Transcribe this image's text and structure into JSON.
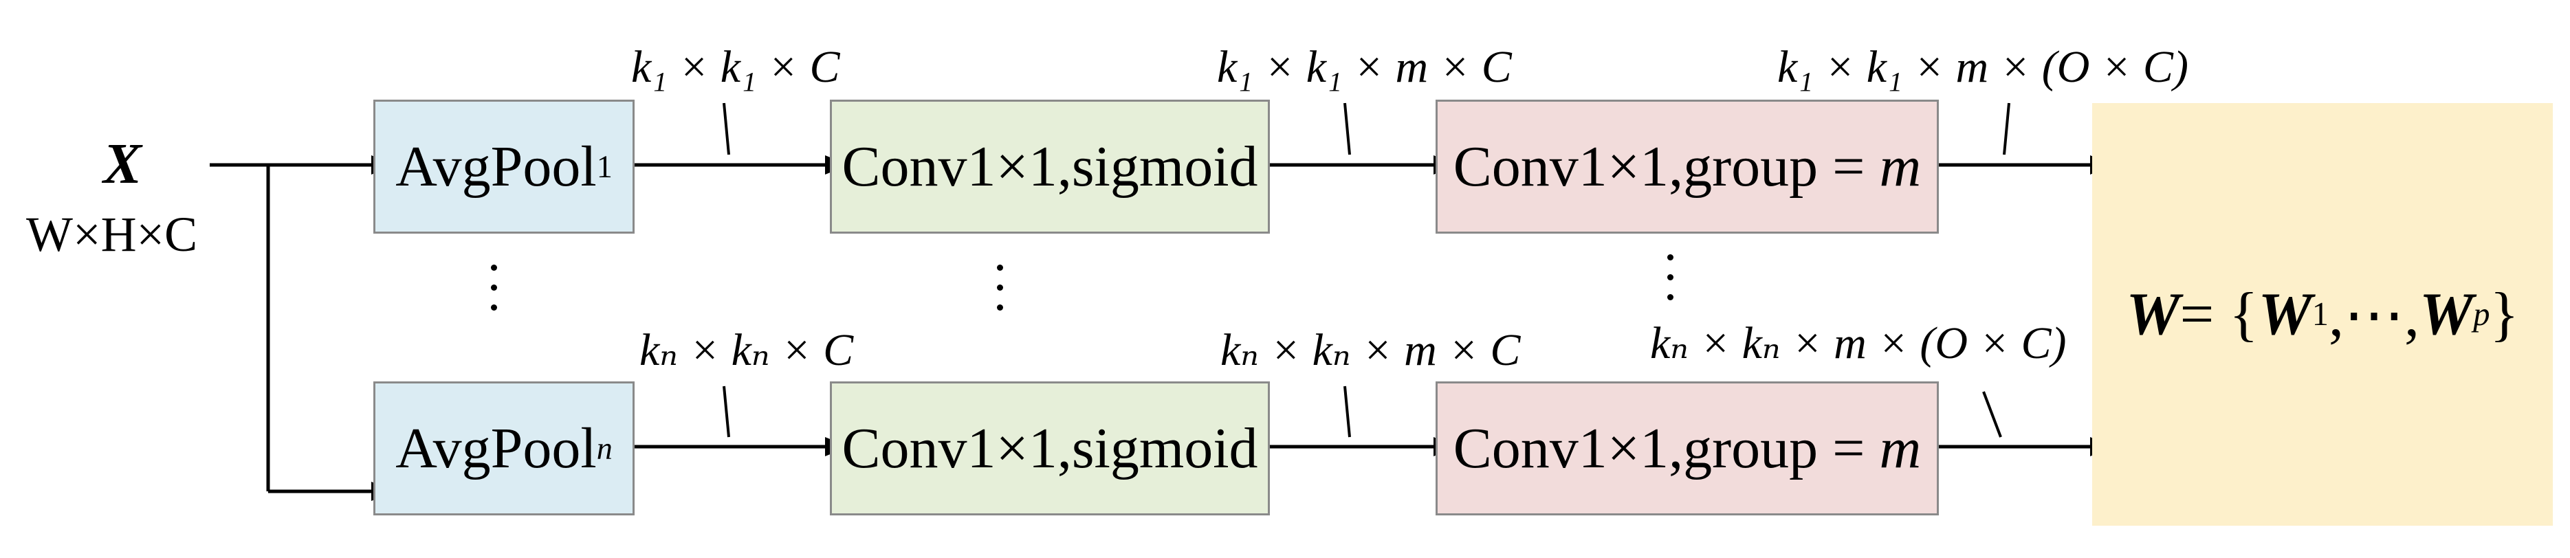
{
  "input": {
    "symbol": "X",
    "shape": "W×H×C"
  },
  "branch_top": {
    "pool_label": "AvgPool",
    "pool_sub": "1",
    "conv1_label": "Conv1×1,sigmoid",
    "conv2_label": "Conv1×1,group =",
    "conv2_var": "m",
    "dim1": "k₁ × k₁ × C",
    "dim2": "k₁ × k₁ × m × C",
    "dim3": "k₁ × k₁ × m × (O × C)"
  },
  "branch_bottom": {
    "pool_label": "AvgPool",
    "pool_sub": "n",
    "conv1_label": "Conv1×1,sigmoid",
    "conv2_label": "Conv1×1,group =",
    "conv2_var": "m",
    "dim1": "kₙ × kₙ × C",
    "dim2": "kₙ × kₙ × m × C",
    "dim3": "kₙ × kₙ × m × (O × C)"
  },
  "output": {
    "lhs": "W",
    "eq": " = {",
    "w1": "W",
    "w1_sub": "1",
    "mid": ",⋯,",
    "wp": "W",
    "wp_sub": "p",
    "close": "}"
  },
  "colors": {
    "pool": "#dbecf3",
    "conv_sigmoid": "#e6efd9",
    "conv_group": "#f2dcdb",
    "output": "#fdf0cb"
  }
}
